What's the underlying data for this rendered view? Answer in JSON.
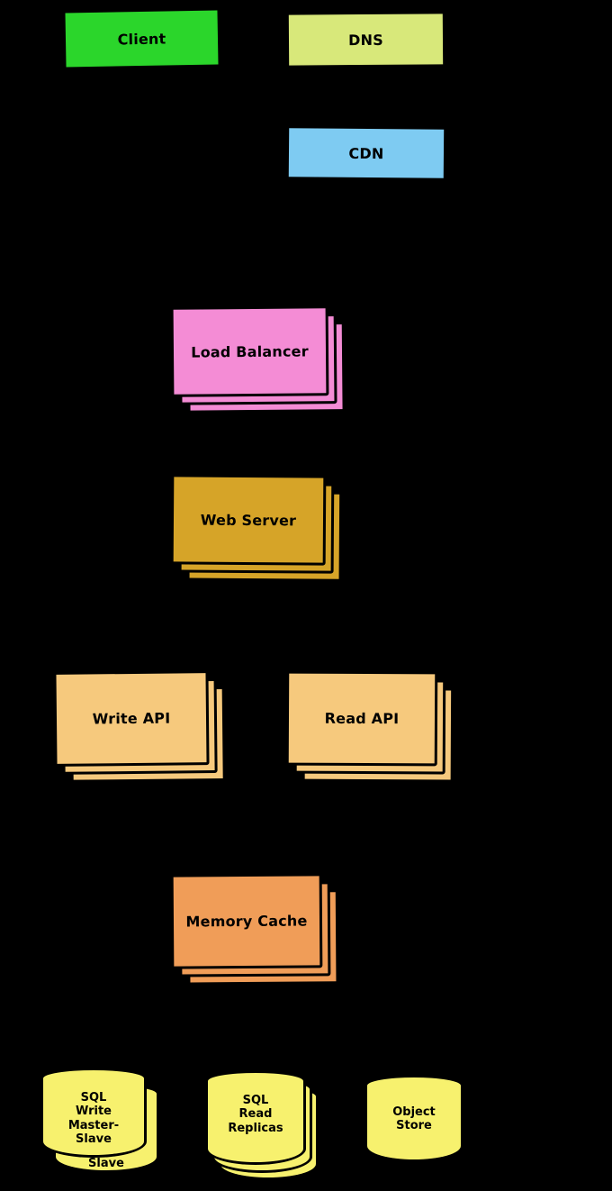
{
  "diagram": {
    "background": "#000000",
    "nodes": {
      "client": {
        "label": "Client",
        "color": "#2BD62B"
      },
      "dns": {
        "label": "DNS",
        "color": "#D8E87A"
      },
      "cdn": {
        "label": "CDN",
        "color": "#7ECBF2"
      },
      "load_balancer": {
        "label": "Load Balancer",
        "color": "#F48CD5"
      },
      "web_server": {
        "label": "Web Server",
        "color": "#D6A428"
      },
      "write_api": {
        "label": "Write API",
        "color": "#F6C97D"
      },
      "read_api": {
        "label": "Read API",
        "color": "#F6C97D"
      },
      "memory_cache": {
        "label": "Memory Cache",
        "color": "#F09D58"
      },
      "sql_write_master_slave": {
        "label": "SQL\nWrite\nMaster-\nSlave",
        "back_label": "Slave",
        "color": "#F7F16E"
      },
      "sql_read_replicas": {
        "label": "SQL\nRead\nReplicas",
        "color": "#F7F16E"
      },
      "object_store": {
        "label": "Object\nStore",
        "color": "#F7F16E"
      }
    }
  }
}
